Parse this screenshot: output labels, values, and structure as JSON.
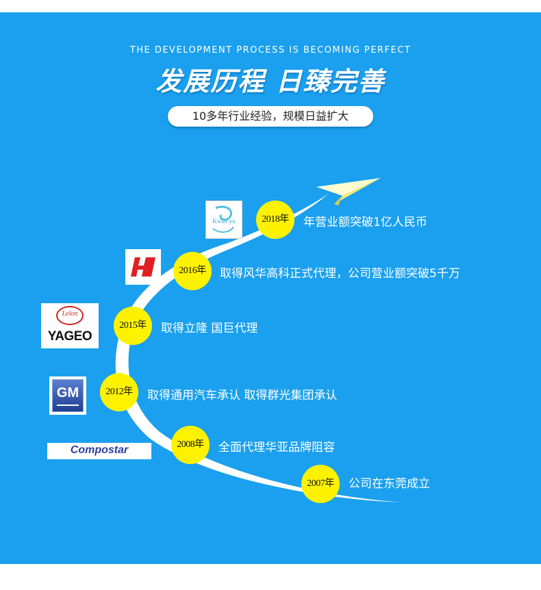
{
  "header": {
    "subtitle_en": "THE DEVELOPMENT PROCESS IS BECOMING PERFECT",
    "title_cn": "发展历程 日臻完善",
    "tagline": "10多年行业经验，规模日益扩大"
  },
  "milestones": [
    {
      "year": "2018年",
      "text": "年营业额突破1亿人民币"
    },
    {
      "year": "2016年",
      "text": "取得风华高科正式代理，公司营业额突破5千万"
    },
    {
      "year": "2015年",
      "text": "取得立隆 国巨代理"
    },
    {
      "year": "2012年",
      "text": "取得通用汽车承认 取得群光集团承认"
    },
    {
      "year": "2008年",
      "text": "全面代理华亚品牌阻容"
    },
    {
      "year": "2007年",
      "text": "公司在东莞成立"
    }
  ],
  "logos": {
    "kwanyu": "Kwan-yu",
    "lelon": "Lelon",
    "yageo": "YAGEO",
    "gm": "GM",
    "compostar": "Compostar"
  },
  "colors": {
    "background": "#1aa0ee",
    "milestone_circle": "#fff200",
    "text": "#ffffff"
  }
}
